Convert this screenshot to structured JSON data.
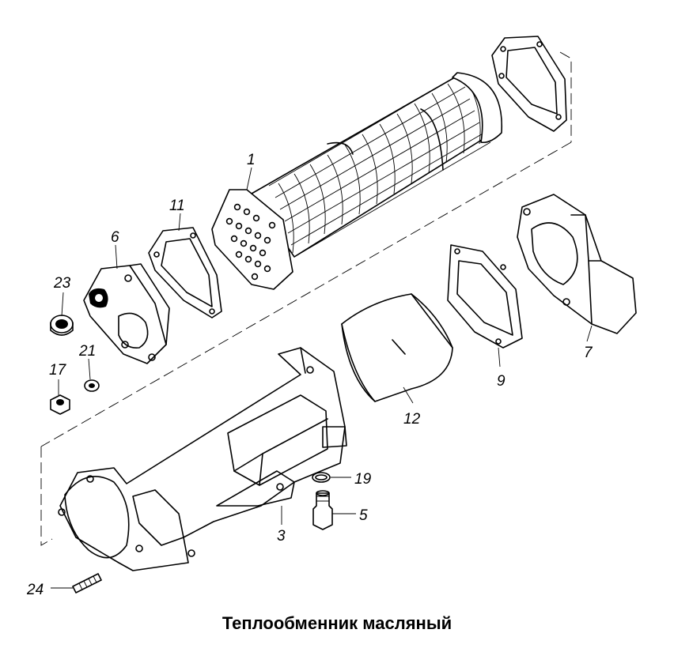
{
  "title": "Теплообменник масляный",
  "callouts": {
    "c1": "1",
    "c3": "3",
    "c5": "5",
    "c6": "6",
    "c7": "7",
    "c9": "9",
    "c11": "11",
    "c12": "12",
    "c17": "17",
    "c19": "19",
    "c21": "21",
    "c23": "23",
    "c24": "24"
  }
}
